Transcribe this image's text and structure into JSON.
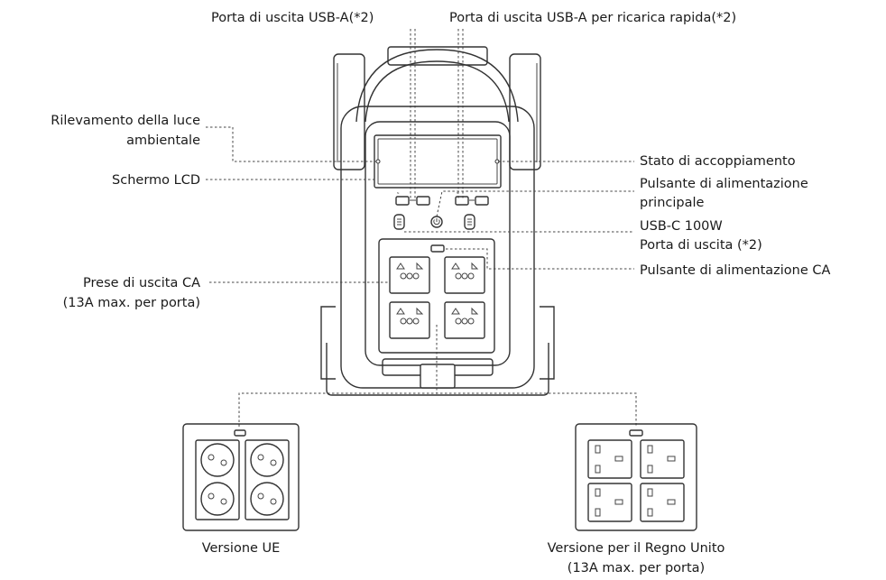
{
  "labels": {
    "usb_a_output": "Porta di uscita USB-A(*2)",
    "usb_a_fast": "Porta di uscita USB-A per ricarica rapida(*2)",
    "ambient_light_1": "Rilevamento della luce",
    "ambient_light_2": "ambientale",
    "lcd": "Schermo LCD",
    "ac_outlets_1": "Prese di uscita CA",
    "ac_outlets_2": "(13A max. per porta)",
    "pairing": "Stato di accoppiamento",
    "main_power_1": "Pulsante di alimentazione",
    "main_power_2": "principale",
    "usbc_1": "USB-C 100W",
    "usbc_2": "Porta di uscita (*2)",
    "ac_button": "Pulsante di alimentazione CA",
    "eu_version": "Versione UE",
    "uk_version_1": "Versione per il Regno Unito",
    "uk_version_2": "(13A max. per porta)"
  },
  "icons": [
    "power-button-icon",
    "usb-a-port-icon",
    "usb-c-port-icon",
    "universal-socket-icon",
    "schuko-socket-icon",
    "uk-socket-icon"
  ]
}
